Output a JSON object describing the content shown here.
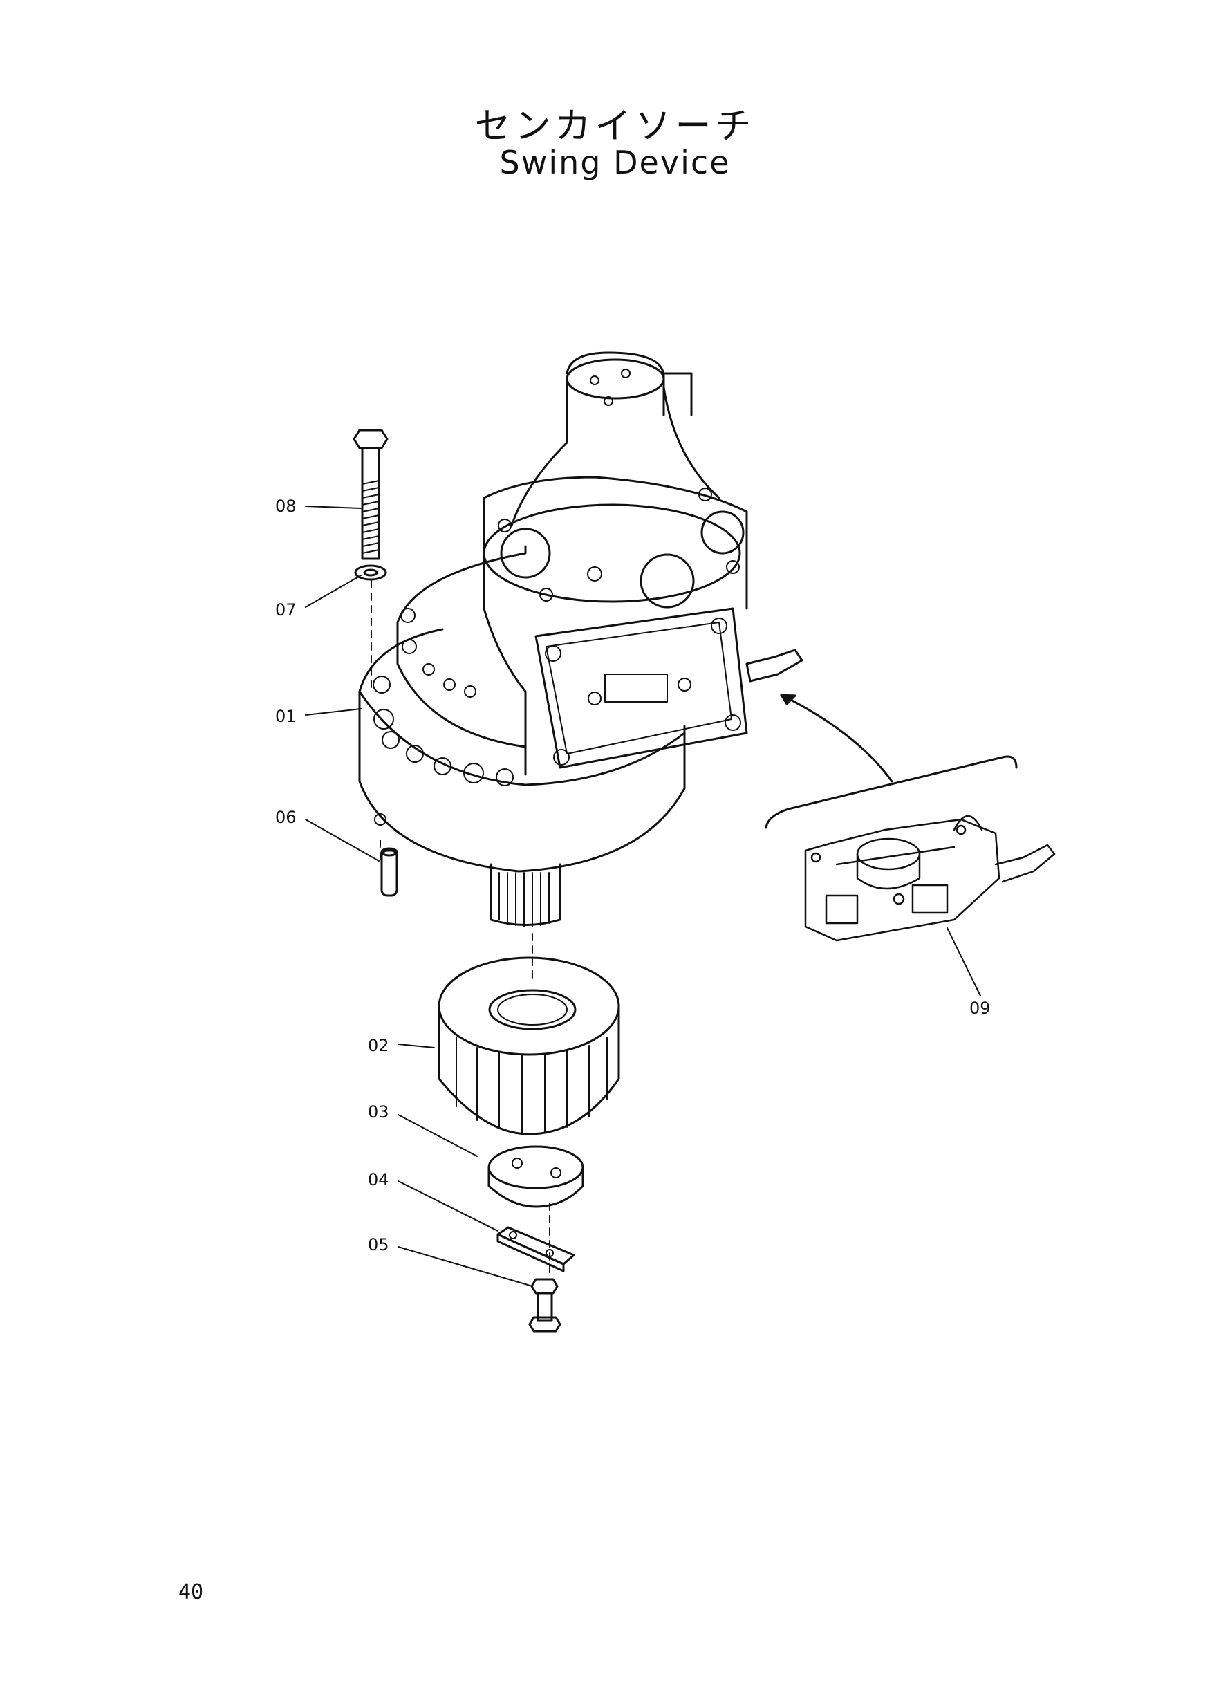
{
  "header": {
    "title_jp": "センカイソーチ",
    "title_en": "Swing Device"
  },
  "parts": [
    {
      "id": "01"
    },
    {
      "id": "02"
    },
    {
      "id": "03"
    },
    {
      "id": "04"
    },
    {
      "id": "05"
    },
    {
      "id": "06"
    },
    {
      "id": "07"
    },
    {
      "id": "08"
    },
    {
      "id": "09"
    }
  ],
  "footer": {
    "page_number": "40"
  },
  "colors": {
    "line": "#111111",
    "background": "#ffffff"
  }
}
